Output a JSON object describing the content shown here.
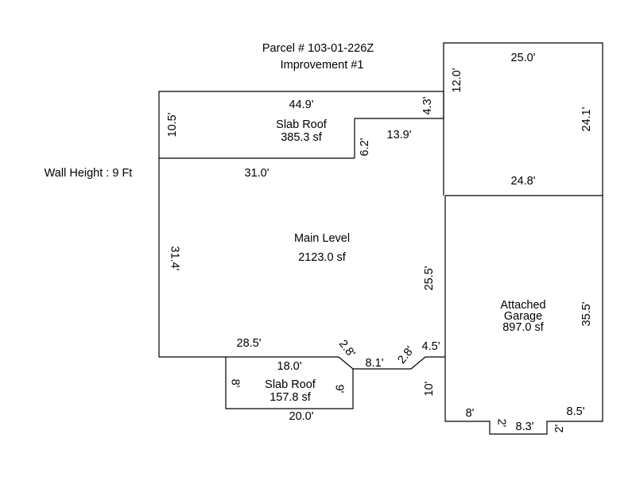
{
  "header": {
    "parcel": "Parcel # 103-01-226Z",
    "improvement": "Improvement #1"
  },
  "wall_height": "Wall Height : 9 Ft",
  "areas": {
    "slab_roof_top": {
      "name": "Slab Roof",
      "area": "385.3 sf"
    },
    "main_level": {
      "name": "Main Level",
      "area": "2123.0 sf"
    },
    "garage": {
      "name_line1": "Attached",
      "name_line2": "Garage",
      "area": "897.0 sf"
    },
    "slab_roof_bottom": {
      "name": "Slab Roof",
      "area": "157.8 sf"
    }
  },
  "dimensions": {
    "top_25_0": "25.0'",
    "left_12_0": "12.0'",
    "left_4_3": "4.3'",
    "top_44_9": "44.9'",
    "left_10_5": "10.5'",
    "right_24_1": "24.1'",
    "mid_13_9": "13.9'",
    "mid_6_2": "6.2'",
    "mid_31_0": "31.0'",
    "mid_24_8": "24.8'",
    "left_31_4": "31.4'",
    "mid_25_5": "25.5'",
    "right_35_5": "35.5'",
    "bot_28_5": "28.5'",
    "diag_2_8_left": "2.8'",
    "bot_8_1": "8.1'",
    "diag_2_8_right": "2.8'",
    "bot_4_5": "4.5'",
    "slab_18_0": "18.0'",
    "slab_8": "8'",
    "slab_9": "9'",
    "slab_20_0": "20.0'",
    "garage_10": "10'",
    "garage_8": "8'",
    "garage_8_5": "8.5'",
    "notch_2_left": "2'",
    "notch_8_3": "8.3'",
    "notch_2_right": "2'"
  }
}
